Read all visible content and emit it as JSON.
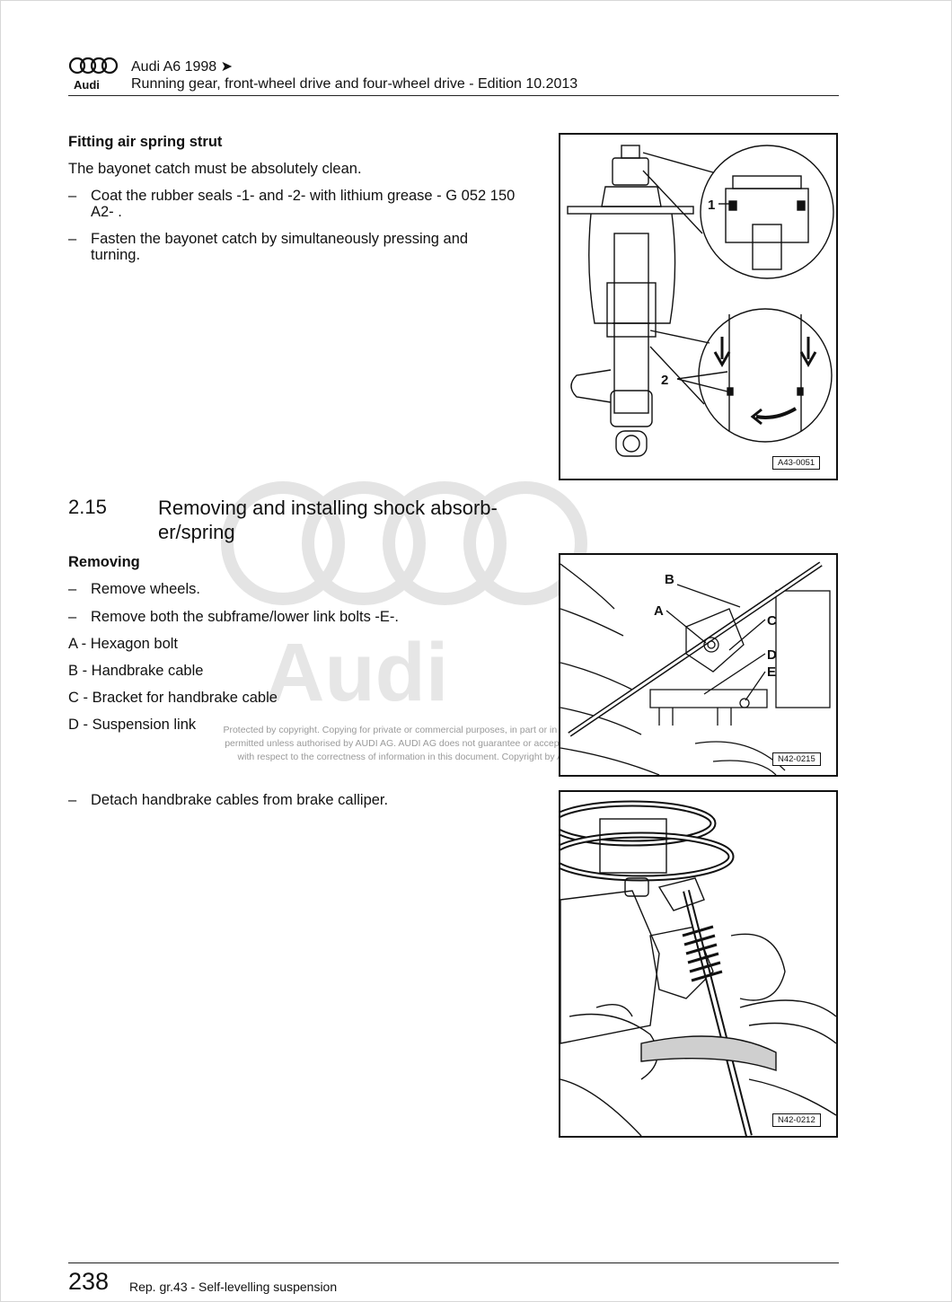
{
  "header": {
    "logo_text": "Audi",
    "title": "Audi A6 1998 ➤",
    "subtitle": "Running gear, front-wheel drive and four-wheel drive - Edition 10.2013"
  },
  "fitting": {
    "heading": "Fitting air spring strut",
    "intro": "The bayonet catch must be absolutely clean.",
    "steps": [
      "Coat the rubber seals -1- and -2- with lithium grease - G 052 150 A2- .",
      "Fasten the bayonet catch by simultaneously pressing and turning."
    ],
    "dash": "–"
  },
  "section": {
    "number": "2.15",
    "title": "Removing and installing shock absorb-er/spring"
  },
  "removing": {
    "heading": "Removing",
    "steps": [
      "Remove wheels.",
      "Remove both the subframe/lower link bolts -E-."
    ],
    "legend": [
      "A - Hexagon bolt",
      "B - Handbrake cable",
      "C - Bracket for handbrake cable",
      "D - Suspension link"
    ],
    "step_after": "Detach handbrake cables from brake calliper."
  },
  "watermark": {
    "logo_text": "Audi",
    "copyright_lines": [
      "Protected by copyright. Copying for private or commercial purposes, in part or in whole, is not",
      "permitted unless authorised by AUDI AG. AUDI AG does not guarantee or accept any liability",
      "with respect to the correctness of information in this document. Copyright by AUDI AG."
    ]
  },
  "figures": {
    "fig1": {
      "code": "A43-0051",
      "callouts": [
        "1",
        "2"
      ]
    },
    "fig2": {
      "code": "N42-0215",
      "callouts": [
        "A",
        "B",
        "C",
        "D",
        "E"
      ]
    },
    "fig3": {
      "code": "N42-0212"
    }
  },
  "footer": {
    "page_number": "238",
    "text": "Rep. gr.43 - Self-levelling suspension"
  }
}
